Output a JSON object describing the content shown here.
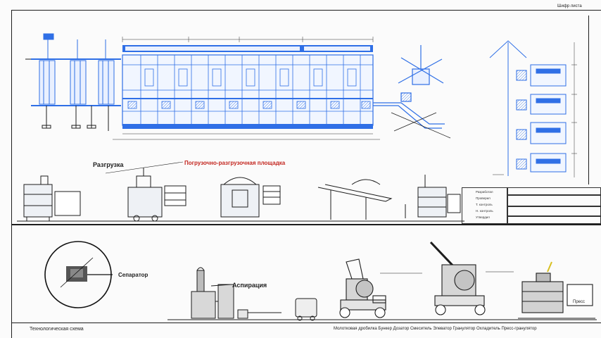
{
  "sheet": {
    "top_right_label": "Шифр листа",
    "bottom_left_caption": "Технологическая схема",
    "bottom_right_caption": "Молотковая дробилка Бункер Дозатор Смеситель Элеватор Гранулятор Охладитель Пресс-гранулятор"
  },
  "upper_section": {
    "label_left": "Разгрузка",
    "label_right": "Погрузочно-разгрузочная площадка"
  },
  "lower_section": {
    "detail_label": "Сепаратор",
    "aspiration_label": "Аспирация",
    "unit_label": "Пресс"
  },
  "title_block": {
    "rows": [
      "Разработал",
      "Проверил",
      "Т. контроль",
      "Н. контроль",
      "Утвердил"
    ]
  },
  "colors": {
    "blueprint_blue": "#2f6fe6",
    "line_dark": "#1d1d1d",
    "accent_red": "#c3261f"
  }
}
